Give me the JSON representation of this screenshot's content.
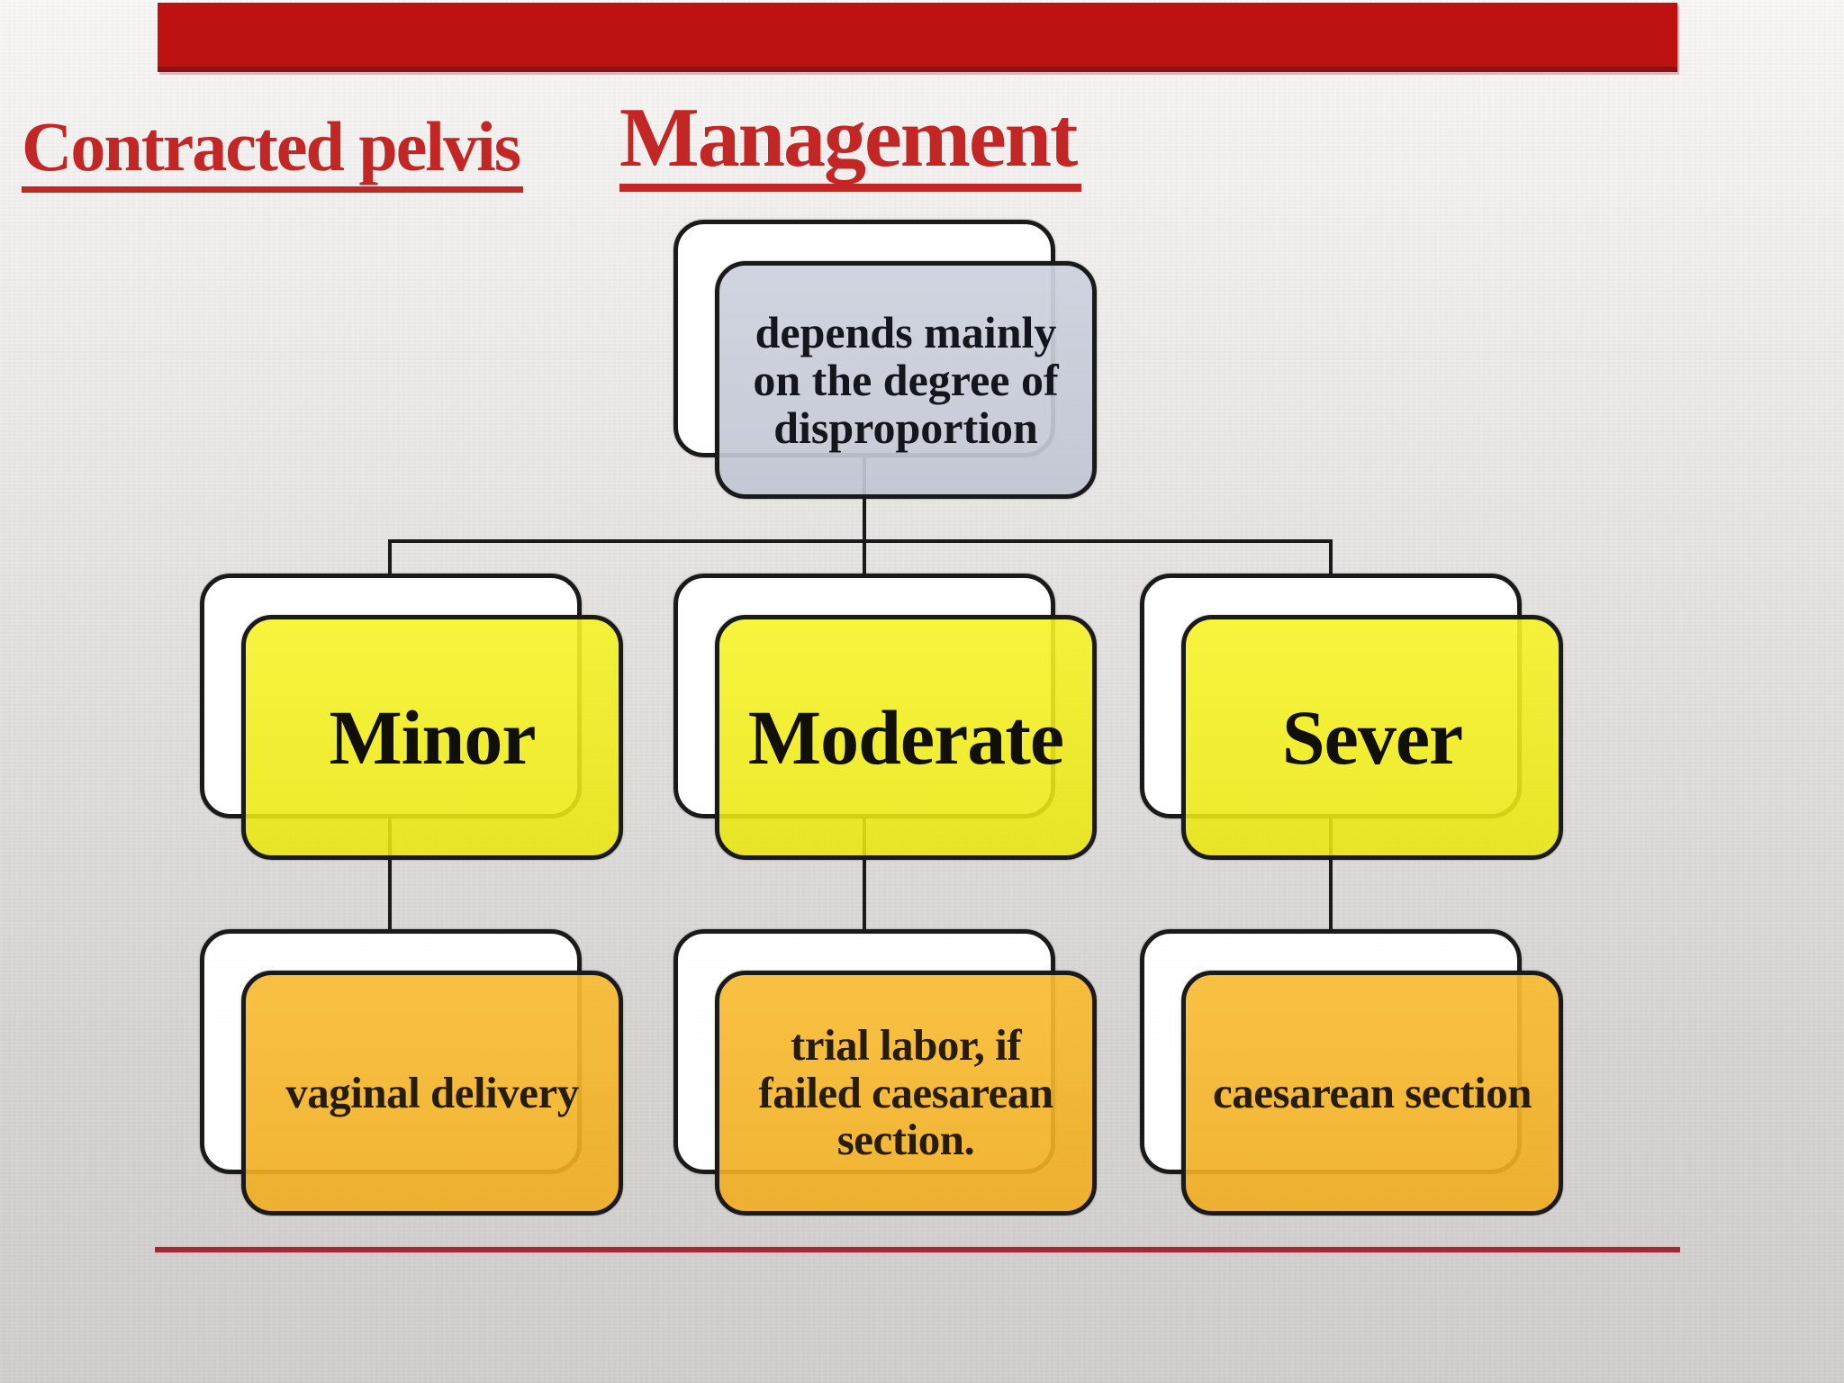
{
  "titles": {
    "left": "Contracted pelvis",
    "right": "Management"
  },
  "diagram": {
    "root": {
      "label": "depends mainly\non the degree of\ndisproportion"
    },
    "branches": [
      {
        "level": "Minor",
        "outcome": "vaginal delivery"
      },
      {
        "level": "Moderate",
        "outcome": "trial labor, if\nfailed  caesarean\nsection."
      },
      {
        "level": "Sever",
        "outcome": "caesarean section"
      }
    ]
  },
  "colors": {
    "accent_bar": "#be1212",
    "accent_bar_edge": "#8d1014",
    "title_red": "#c32725",
    "divider_red": "#9b2d36",
    "divider_edge": "#dfc1c1",
    "node_border": "#1a1a1a",
    "root_fill": "#cacfdb",
    "level_fill": "#f0ed1d",
    "outcome_fill": "#f5b52b",
    "backing_fill": "#ffffff"
  }
}
